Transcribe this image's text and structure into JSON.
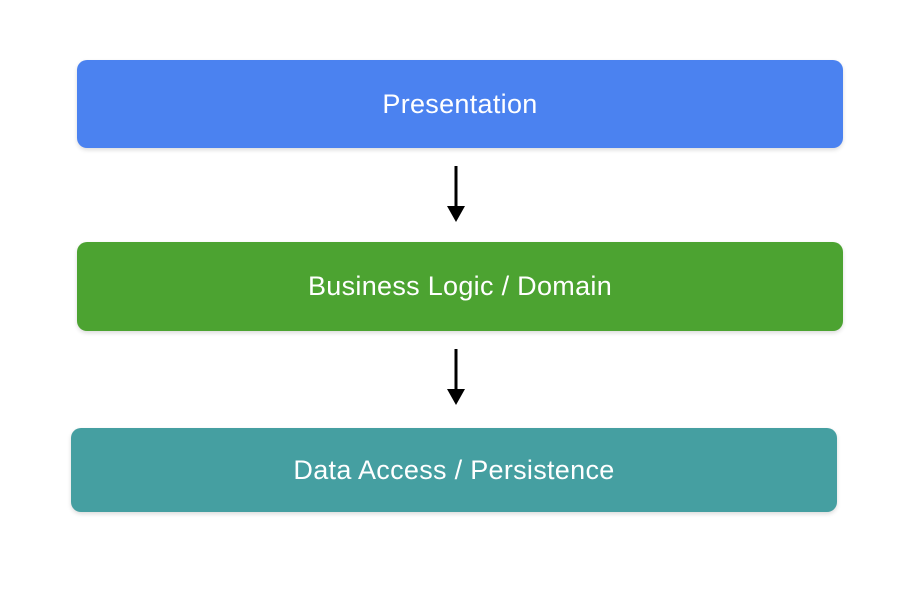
{
  "diagram": {
    "layers": [
      {
        "label": "Presentation",
        "color": "#4B82F0"
      },
      {
        "label": "Business Logic / Domain",
        "color": "#4CA331"
      },
      {
        "label": "Data Access / Persistence",
        "color": "#459FA1"
      }
    ],
    "connectors": [
      {
        "from": "Presentation",
        "to": "Business Logic / Domain",
        "direction": "down"
      },
      {
        "from": "Business Logic / Domain",
        "to": "Data Access / Persistence",
        "direction": "down"
      }
    ],
    "text_color": "#FFFFFF",
    "arrow_color": "#000000",
    "background_color": "#FFFFFF"
  }
}
